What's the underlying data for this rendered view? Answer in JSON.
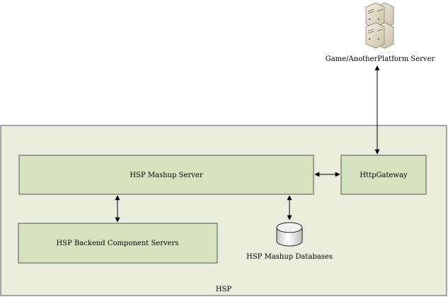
{
  "diagram": {
    "container_label": "HSP",
    "external_server_label": "Game/AnotherPlatform Server",
    "boxes": {
      "mashup_server": "HSP Mashup Server",
      "http_gateway": "HttpGateway",
      "backend_servers": "HSP Backend Component Servers"
    },
    "database_label": "HSP Mashup Databases",
    "icons": {
      "external_server": "server-stack-icon",
      "database": "database-cylinder-icon"
    },
    "colors": {
      "container_fill": "#ebeedd",
      "box_fill": "#d7e3bf",
      "border": "#555555",
      "arrow": "#000000"
    }
  }
}
